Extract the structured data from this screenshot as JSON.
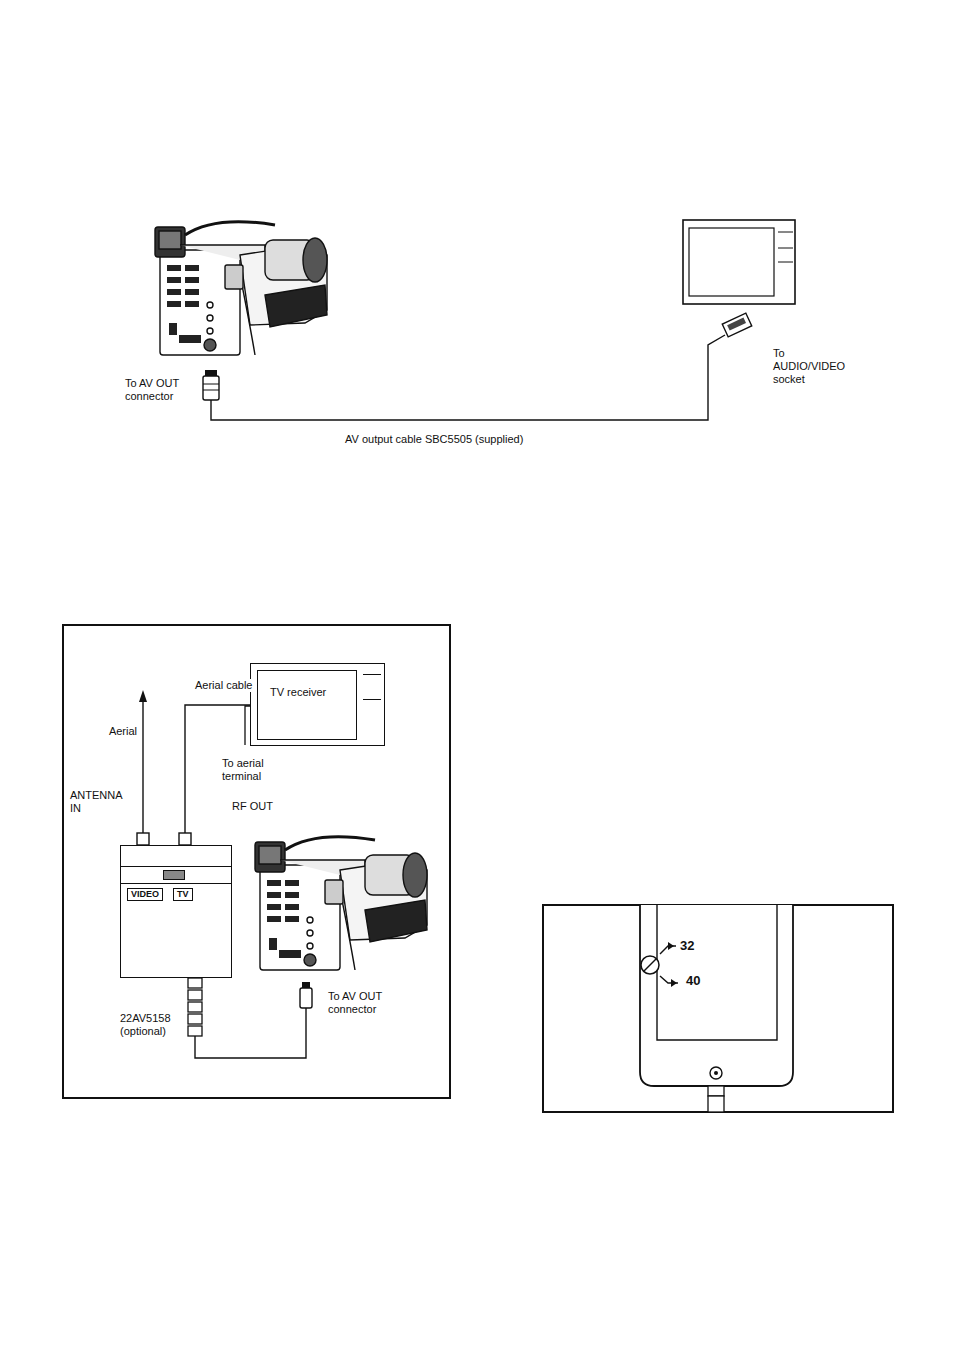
{
  "diagram": {
    "nodes": [
      {
        "text": [
          "TV receiver"
        ]
      },
      {
        "text": [
          "VIDEO",
          "TV"
        ]
      }
    ],
    "edges": [
      {
        "from": 1,
        "to": 0,
        "arrow": "none",
        "label": "Aerial cable"
      }
    ],
    "labels": [
      "To AV OUT connector",
      "To AUDIO/VIDEO socket",
      "AV output cable SBC5505 (supplied)",
      "Aerial",
      "ANTENNA IN",
      "To aerial terminal",
      "RF OUT",
      "To AV OUT connector",
      "22AV5158 (optional)",
      "32",
      "40"
    ]
  }
}
